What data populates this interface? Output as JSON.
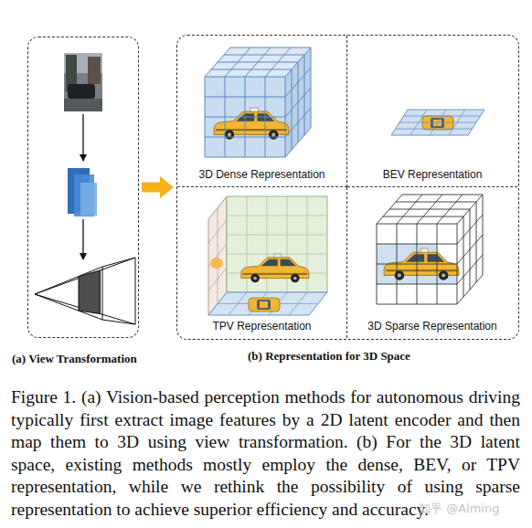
{
  "diagram": {
    "caption": "Figure 1. (a) Vision-based perception methods for autonomous driving typically first extract image features by a 2D latent encoder and then map them to 3D using view transformation. (b) For the 3D latent space, existing methods mostly employ the dense, BEV, or TPV representation, while we rethink the possibility of using sparse representation to achieve superior efficiency and accuracy.",
    "nodes": [
      {
        "text": [
          "(a) View Transformation"
        ]
      },
      {
        "text": [
          "(b) Representation for 3D Space"
        ]
      },
      {
        "text": [
          "3D Dense Representation"
        ],
        "in": 1
      },
      {
        "text": [
          "BEV Representation"
        ],
        "in": 1
      },
      {
        "text": [
          "TPV Representation"
        ],
        "in": 1
      },
      {
        "text": [
          "3D Sparse Representation"
        ],
        "in": 1
      }
    ],
    "edges": [
      {
        "from": 0,
        "to": 1,
        "arrow": "to"
      }
    ],
    "labels": [
      "知乎 @Alming"
    ]
  }
}
